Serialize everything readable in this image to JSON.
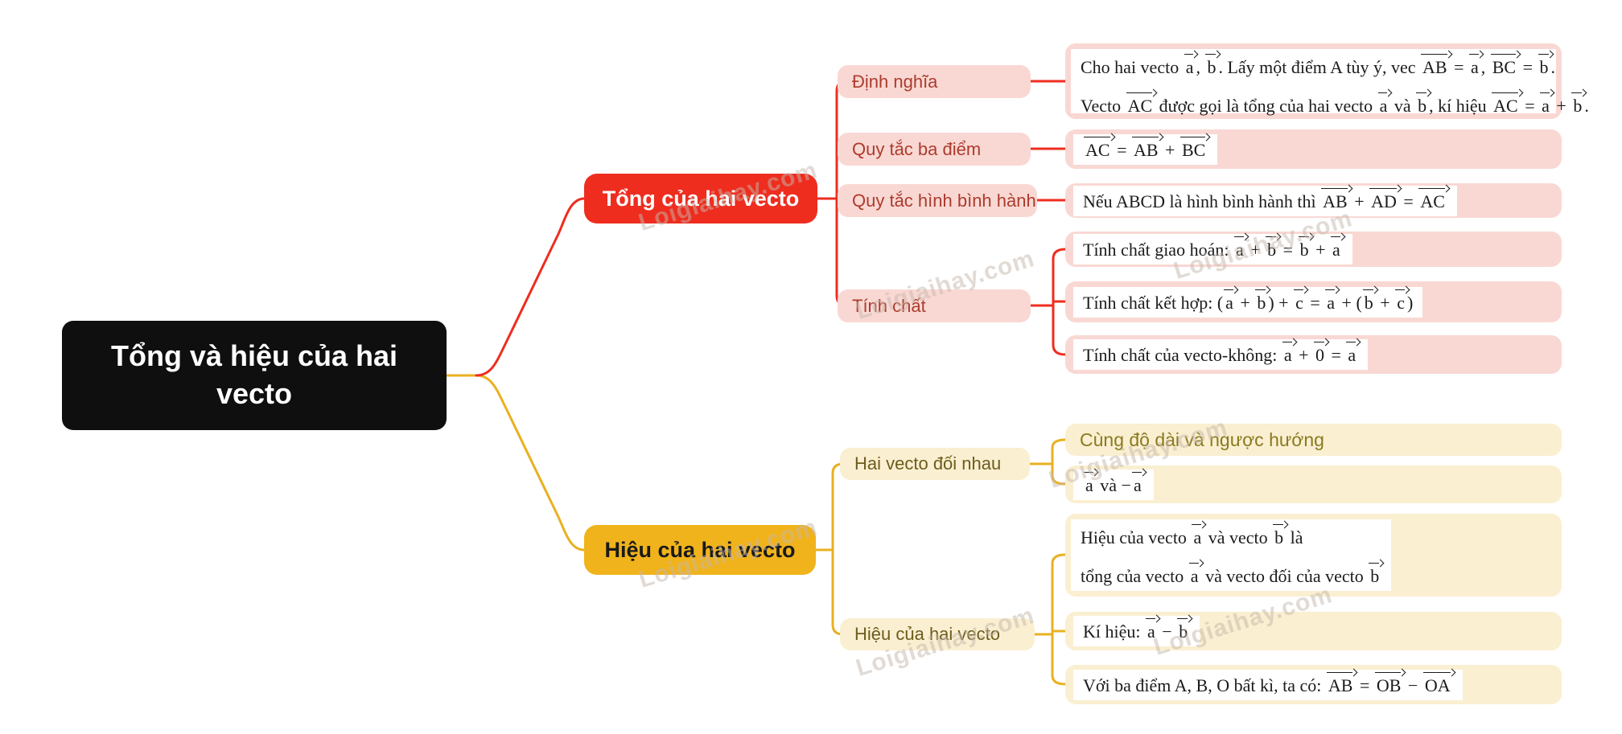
{
  "watermark": {
    "text": "Loigiaihay.com"
  },
  "root": {
    "title": "Tổng và hiệu của hai vecto"
  },
  "sum": {
    "label": "Tổng của hai vecto",
    "color": "#ee2d1f",
    "definition": {
      "label": "Định nghĩa",
      "line1": "Cho hai vecto {a}, {b}. Lấy một điểm A tùy ý, vec {AB} = {a}, {BC} = {b}.",
      "line2": "Vecto {AC} được gọi là tổng của hai vecto {a} và {b}, kí hiệu {AC} = {a} + {b}."
    },
    "three_points": {
      "label": "Quy tắc ba điểm",
      "formula": "{AC} = {AB} + {BC}"
    },
    "parallelogram": {
      "label": "Quy tắc hình bình hành",
      "formula": "Nếu ABCD là hình bình hành thì {AB} + {AD} = {AC}"
    },
    "properties": {
      "label": "Tính chất",
      "commutative": "Tính chất giao hoán: {a} + {b} = {b} + {a}",
      "associative": "Tính chất kết hợp: ({a} + {b}) + {c} = {a} + ({b} + {c})",
      "zero_vector": "Tính chất của vecto-không: {a} + {0} = {a}"
    }
  },
  "diff": {
    "label": "Hiệu của hai vecto",
    "color": "#e9b021",
    "opposite": {
      "label": "Hai vecto đối nhau",
      "note": "Cùng độ dài và ngược hướng",
      "formula": "{a} và −{a}"
    },
    "difference": {
      "label": "Hiệu của hai vecto",
      "def_line1": "Hiệu của vecto {a} và vecto {b} là",
      "def_line2": "tổng của vecto {a} và vecto đối của vecto {b}",
      "notation": "Kí hiệu: {a} − {b}",
      "rule": "Với ba điểm A, B, O bất kì, ta có: {AB} = {OB} − {OA}"
    }
  }
}
